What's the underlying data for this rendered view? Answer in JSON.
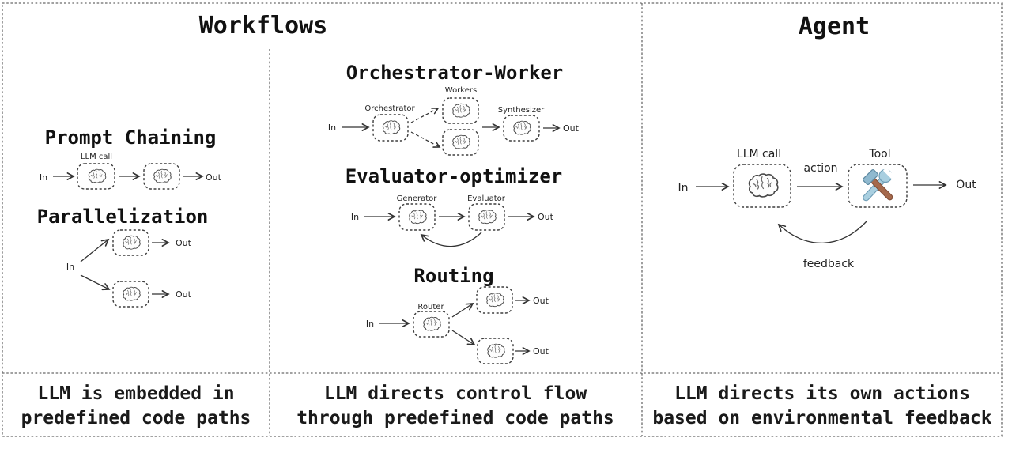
{
  "colors": {
    "background": "#ffffff",
    "border_dotted": "#6b6b6b",
    "node_stroke": "#3d3d3d",
    "text": "#111111",
    "wrench_blue": "#a9cfe0",
    "wrench_outline": "#6d9cb5",
    "hammer_head_blue": "#8fb9cf",
    "hammer_handle_brown": "#a5694c"
  },
  "workflows": {
    "title": "Workflows",
    "prompt_chaining": {
      "title": "Prompt Chaining",
      "llm_call": "LLM call",
      "in": "In",
      "out": "Out"
    },
    "parallelization": {
      "title": "Parallelization",
      "in": "In",
      "out_top": "Out",
      "out_bottom": "Out"
    },
    "orchestrator_worker": {
      "title": "Orchestrator-Worker",
      "workers": "Workers",
      "orchestrator": "Orchestrator",
      "synthesizer": "Synthesizer",
      "in": "In",
      "out": "Out"
    },
    "evaluator_optimizer": {
      "title": "Evaluator-optimizer",
      "generator": "Generator",
      "evaluator": "Evaluator",
      "in": "In",
      "out": "Out"
    },
    "routing": {
      "title": "Routing",
      "router": "Router",
      "in": "In",
      "out_top": "Out",
      "out_bottom": "Out"
    },
    "caption_left": {
      "line1": "LLM is embedded in",
      "line2": "predefined code paths"
    },
    "caption_middle": {
      "line1": "LLM directs control flow",
      "line2": "through predefined code paths"
    }
  },
  "agent": {
    "title": "Agent",
    "llm_call": "LLM call",
    "tool": "Tool",
    "action": "action",
    "feedback": "feedback",
    "in": "In",
    "out": "Out",
    "caption": {
      "line1": "LLM directs its own actions",
      "line2": "based on environmental feedback"
    }
  }
}
